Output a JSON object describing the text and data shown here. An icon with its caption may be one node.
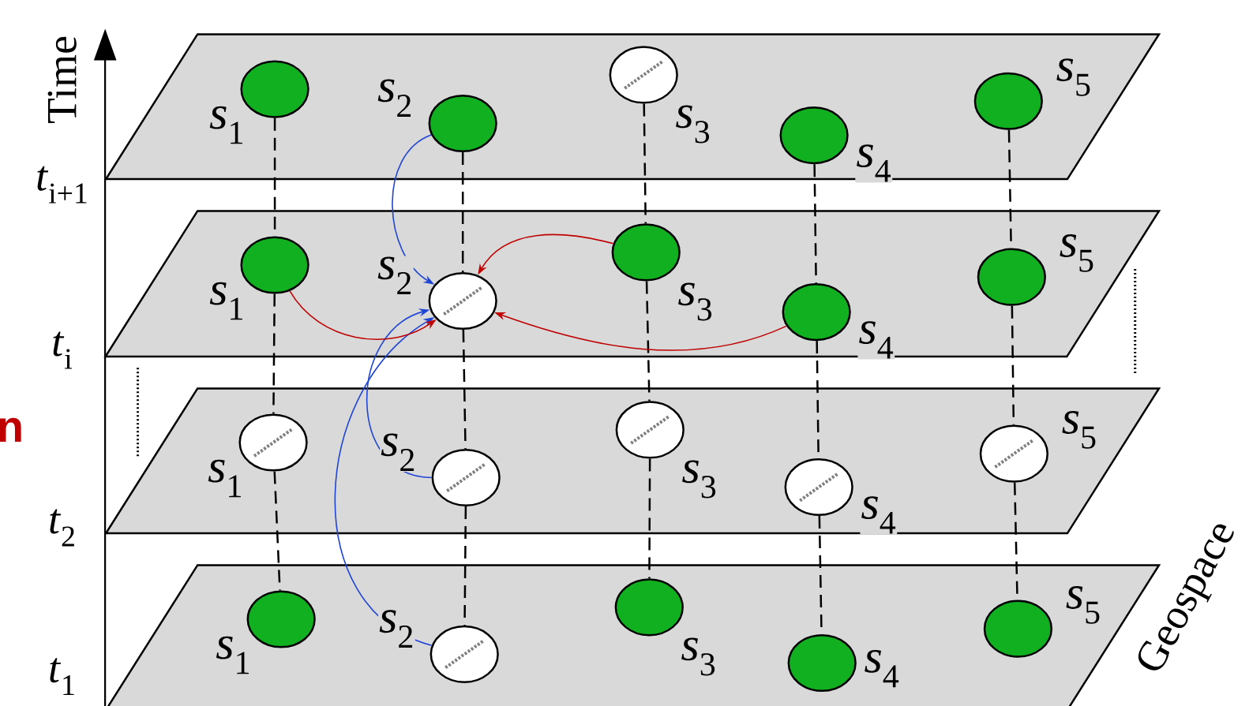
{
  "diagram": {
    "nodes": [
      {
        "text": [],
        "shape": "parallelogram"
      },
      {
        "text": [],
        "shape": "circle",
        "beside": [
          "*s*$_{1}$"
        ],
        "in": 0
      },
      {
        "text": [],
        "shape": "circle",
        "beside": [
          "*s*$_{2}$"
        ],
        "in": 0
      },
      {
        "text": [],
        "shape": "circle",
        "beside": [
          "*s*$_{3}$"
        ],
        "in": 0
      },
      {
        "text": [],
        "shape": "circle",
        "beside": [
          "*s*$_{4}$"
        ],
        "in": 0
      },
      {
        "text": [],
        "shape": "circle",
        "beside": [
          "*s*$_{5}$"
        ],
        "in": 0
      },
      {
        "text": [],
        "shape": "parallelogram"
      },
      {
        "text": [],
        "shape": "circle",
        "beside": [
          "*s*$_{1}$"
        ],
        "in": 6
      },
      {
        "text": [],
        "shape": "circle",
        "beside": [
          "*s*$_{2}$"
        ],
        "in": 6
      },
      {
        "text": [],
        "shape": "circle",
        "beside": [
          "*s*$_{3}$"
        ],
        "in": 6
      },
      {
        "text": [],
        "shape": "circle",
        "beside": [
          "*s*$_{4}$"
        ],
        "in": 6
      },
      {
        "text": [],
        "shape": "circle",
        "beside": [
          "*s*$_{5}$"
        ],
        "in": 6
      },
      {
        "text": [],
        "shape": "parallelogram"
      },
      {
        "text": [],
        "shape": "circle",
        "beside": [
          "*s*$_{1}$"
        ],
        "in": 12
      },
      {
        "text": [],
        "shape": "circle",
        "beside": [
          "*s*$_{2}$"
        ],
        "in": 12
      },
      {
        "text": [],
        "shape": "circle",
        "beside": [
          "*s*$_{3}$"
        ],
        "in": 12
      },
      {
        "text": [],
        "shape": "circle",
        "beside": [
          "*s*$_{4}$"
        ],
        "in": 12
      },
      {
        "text": [],
        "shape": "circle",
        "beside": [
          "*s*$_{5}$"
        ],
        "in": 12
      },
      {
        "text": [],
        "shape": "parallelogram"
      },
      {
        "text": [],
        "shape": "circle",
        "beside": [
          "*s*$_{1}$"
        ],
        "in": 18
      },
      {
        "text": [],
        "shape": "circle",
        "beside": [
          "*s*$_{2}$"
        ],
        "in": 18
      },
      {
        "text": [],
        "shape": "circle",
        "beside": [
          "*s*$_{3}$"
        ],
        "in": 18
      },
      {
        "text": [],
        "shape": "circle",
        "beside": [
          "*s*$_{4}$"
        ],
        "in": 18
      },
      {
        "text": [],
        "shape": "circle",
        "beside": [
          "*s*$_{5}$"
        ],
        "in": 18
      }
    ],
    "edges": [
      {
        "from": 1,
        "to": 7,
        "arrow": "none",
        "style": "dashed"
      },
      {
        "from": 2,
        "to": 8,
        "arrow": "none",
        "style": "dashed"
      },
      {
        "from": 3,
        "to": 9,
        "arrow": "none",
        "style": "dashed"
      },
      {
        "from": 4,
        "to": 10,
        "arrow": "none",
        "style": "dashed"
      },
      {
        "from": 5,
        "to": 11,
        "arrow": "none",
        "style": "dashed"
      },
      {
        "from": 7,
        "to": 13,
        "arrow": "none",
        "style": "dashed"
      },
      {
        "from": 8,
        "to": 14,
        "arrow": "none",
        "style": "dashed"
      },
      {
        "from": 9,
        "to": 15,
        "arrow": "none",
        "style": "dashed"
      },
      {
        "from": 10,
        "to": 16,
        "arrow": "none",
        "style": "dashed"
      },
      {
        "from": 11,
        "to": 17,
        "arrow": "none",
        "style": "dashed"
      },
      {
        "from": 13,
        "to": 19,
        "arrow": "none",
        "style": "dashed"
      },
      {
        "from": 14,
        "to": 20,
        "arrow": "none",
        "style": "dashed"
      },
      {
        "from": 15,
        "to": 21,
        "arrow": "none",
        "style": "dashed"
      },
      {
        "from": 16,
        "to": 22,
        "arrow": "none",
        "style": "dashed"
      },
      {
        "from": 17,
        "to": 23,
        "arrow": "none",
        "style": "dashed"
      },
      {
        "from": 2,
        "to": 8,
        "arrow": "to",
        "color": "#1f45d6"
      },
      {
        "from": 14,
        "to": 8,
        "arrow": "to",
        "color": "#1f45d6"
      },
      {
        "from": 20,
        "to": 8,
        "arrow": "to",
        "color": "#1f45d6"
      },
      {
        "from": 7,
        "to": 8,
        "arrow": "to",
        "color": "#c00000"
      },
      {
        "from": 9,
        "to": 8,
        "arrow": "to",
        "color": "#c00000"
      },
      {
        "from": 10,
        "to": 8,
        "arrow": "to",
        "color": "#c00000"
      }
    ],
    "labels": [
      "Time",
      "*t*$_{i+1}$",
      "*t*$_{i}$",
      "*t*$_{2}$",
      "*t*$_{1}$",
      "n",
      "Geospace"
    ]
  }
}
